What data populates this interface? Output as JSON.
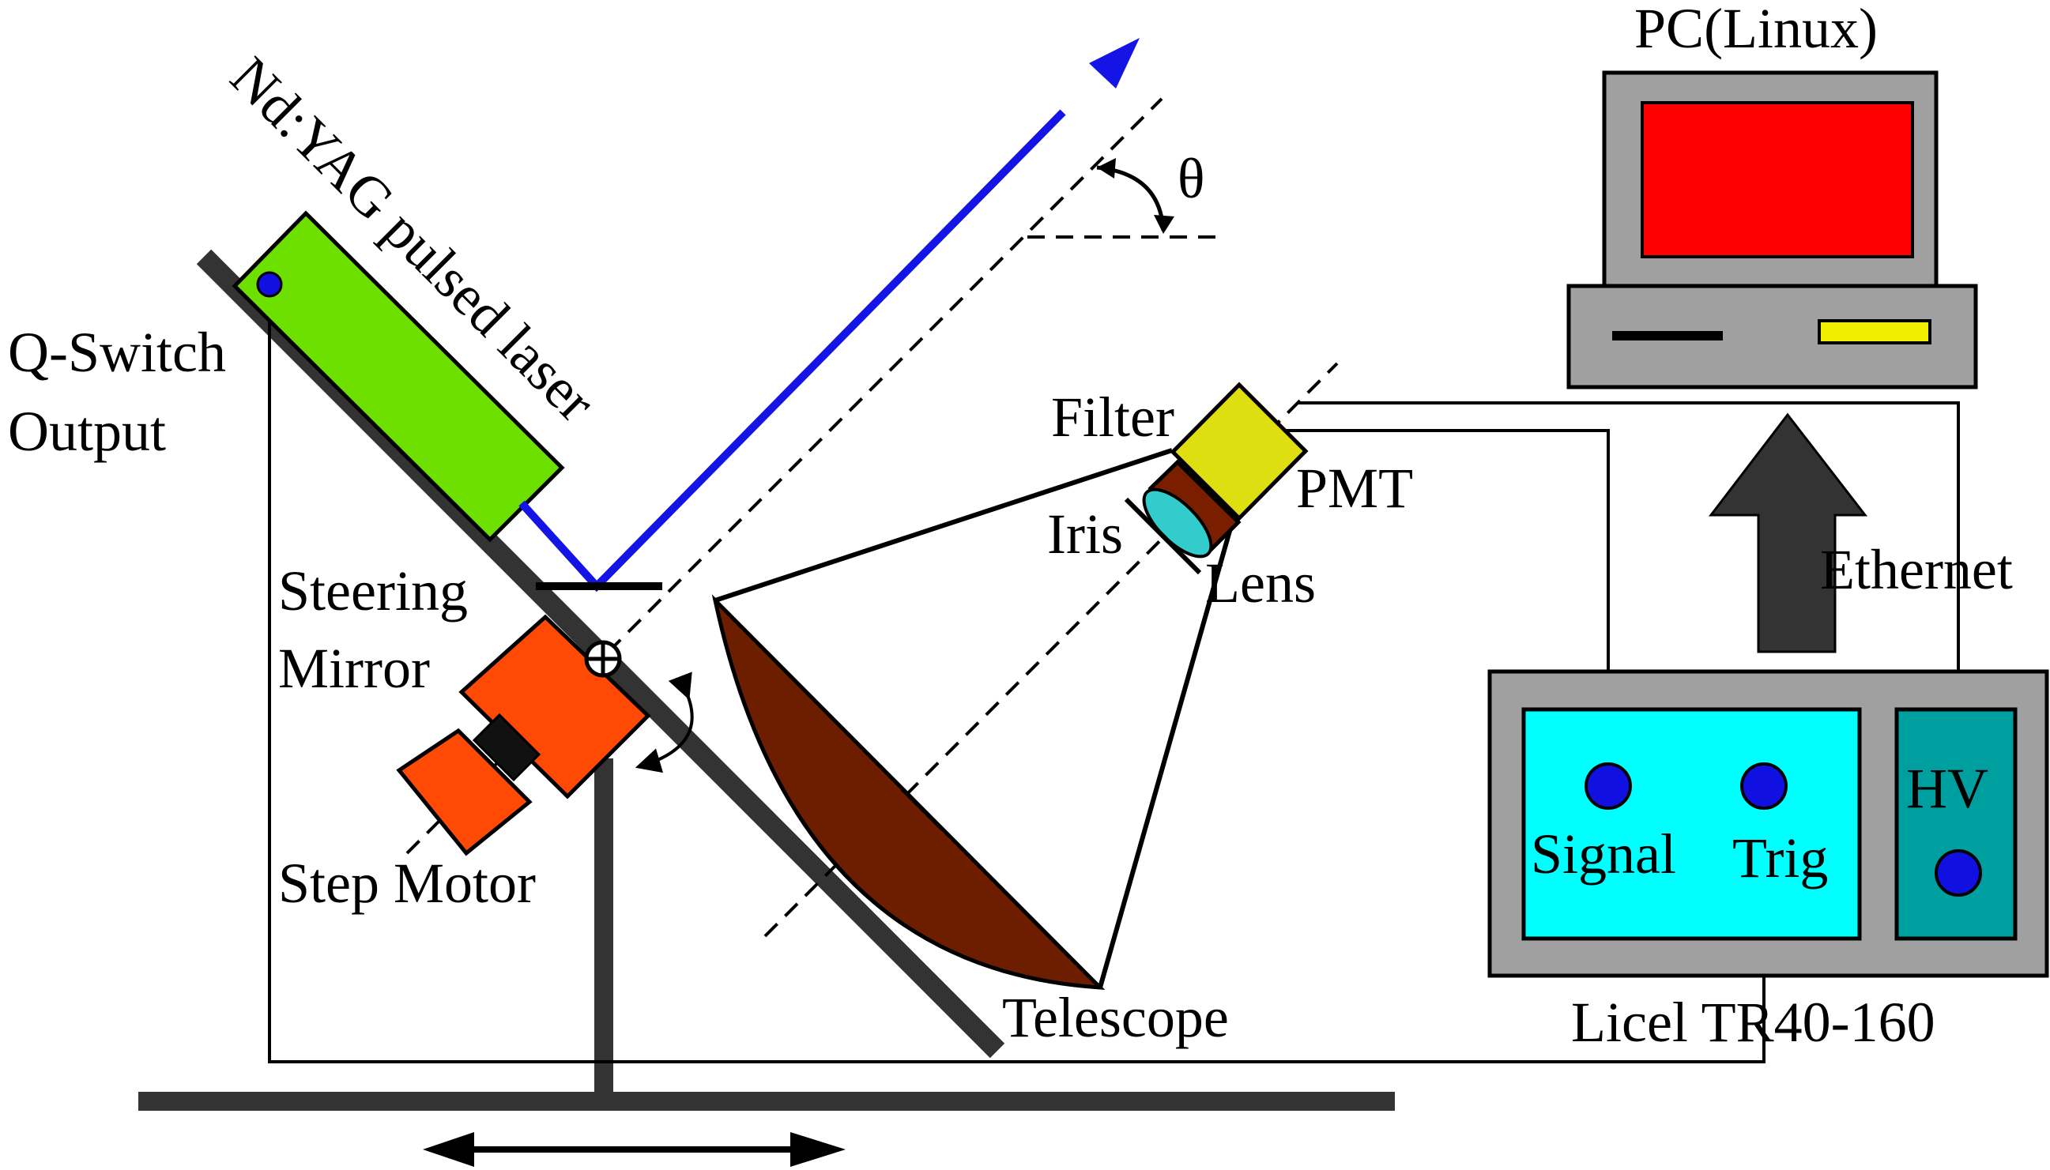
{
  "labels": {
    "pc": "PC(Linux)",
    "laser": "Nd:YAG pulsed laser",
    "qswitch_line1": "Q-Switch",
    "qswitch_line2": "Output",
    "filter": "Filter",
    "pmt": "PMT",
    "iris": "Iris",
    "lens": "Lens",
    "steering_line1": "Steering",
    "steering_line2": "Mirror",
    "step_motor": "Step Motor",
    "telescope": "Telescope",
    "ethernet": "Ethernet",
    "signal": "Signal",
    "trig": "Trig",
    "hv": "HV",
    "licel": "Licel TR40-160",
    "theta": "θ"
  },
  "colors": {
    "laser_body": "#6ee000",
    "beam": "#1414e6",
    "connector": "#1010e0",
    "motor": "#ff4a05",
    "telescope": "#6e1e00",
    "filter": "#dede10",
    "pmt_body": "#7a1e00",
    "lens": "#33cccc",
    "pc_screen": "#ff0000",
    "pc_case": "#a0a0a0",
    "pc_slot": "#f2ee00",
    "licel_panel": "#00ffff",
    "hv_panel": "#009f9f",
    "frame": "#333333"
  }
}
